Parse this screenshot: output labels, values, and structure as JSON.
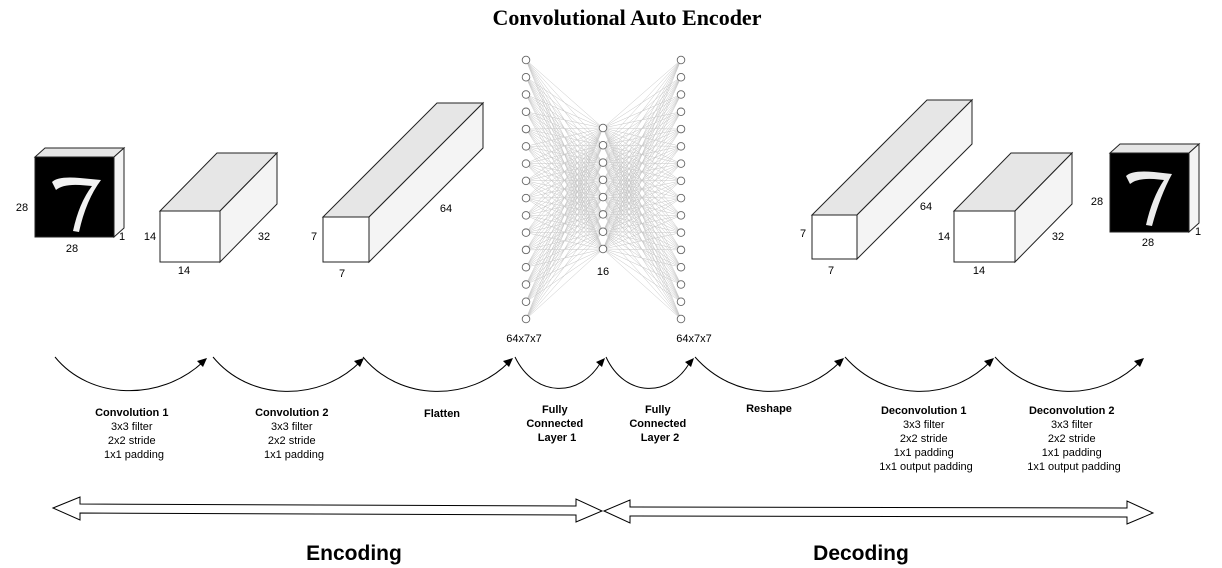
{
  "title": "Convolutional Auto Encoder",
  "blocks": [
    {
      "id": "input",
      "labels": [
        "28",
        "28",
        "1"
      ],
      "digit": "7"
    },
    {
      "id": "conv1",
      "labels": [
        "14",
        "14",
        "32"
      ]
    },
    {
      "id": "conv2",
      "labels": [
        "7",
        "7",
        "64"
      ]
    },
    {
      "id": "deconv_in",
      "labels": [
        "7",
        "7",
        "64"
      ]
    },
    {
      "id": "deconv1",
      "labels": [
        "14",
        "14",
        "32"
      ]
    },
    {
      "id": "output",
      "labels": [
        "28",
        "28",
        "1"
      ],
      "digit": "7"
    }
  ],
  "network": {
    "left_label": "64x7x7",
    "middle_label": "16",
    "right_label": "64x7x7"
  },
  "steps": [
    {
      "title": [
        "Convolution 1"
      ],
      "details": [
        "3x3 filter",
        "2x2 stride",
        "1x1 padding"
      ]
    },
    {
      "title": [
        "Convolution 2"
      ],
      "details": [
        "3x3 filter",
        "2x2 stride",
        "1x1 padding"
      ]
    },
    {
      "title": [
        "Flatten"
      ],
      "details": []
    },
    {
      "title": [
        "Fully",
        "Connected",
        "Layer 1"
      ],
      "details": []
    },
    {
      "title": [
        "Fully",
        "Connected",
        "Layer 2"
      ],
      "details": []
    },
    {
      "title": [
        "Reshape"
      ],
      "details": []
    },
    {
      "title": [
        "Deconvolution 1"
      ],
      "details": [
        "3x3 filter",
        "2x2 stride",
        "1x1 padding",
        "1x1 output padding"
      ]
    },
    {
      "title": [
        "Deconvolution 2"
      ],
      "details": [
        "3x3 filter",
        "2x2 stride",
        "1x1 padding",
        "1x1 output padding"
      ]
    }
  ],
  "phases": {
    "encoding": "Encoding",
    "decoding": "Decoding"
  }
}
